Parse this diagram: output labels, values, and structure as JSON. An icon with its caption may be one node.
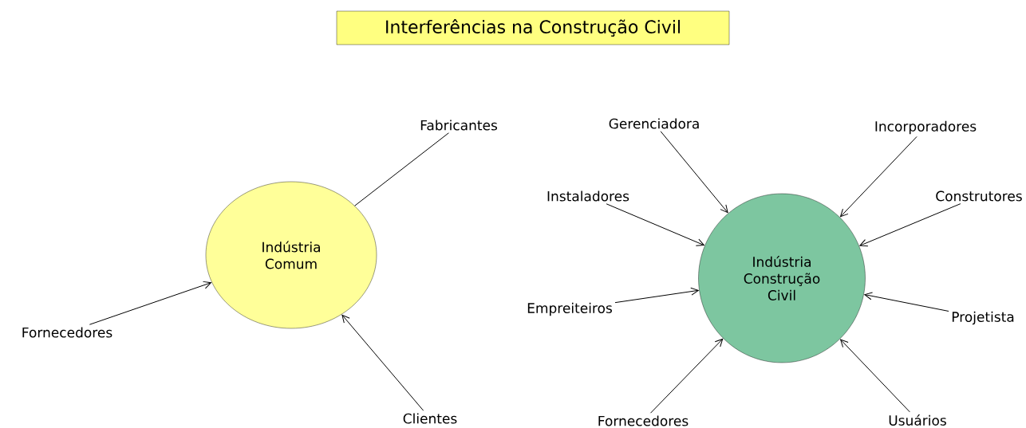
{
  "diagram": {
    "title": "Interferências na Construção Civil",
    "nodes": [
      {
        "text": [
          "Indústria Comum"
        ]
      },
      {
        "text": [
          "Fabricantes"
        ]
      },
      {
        "text": [
          "Fornecedores"
        ]
      },
      {
        "text": [
          "Clientes"
        ]
      },
      {
        "text": [
          "Indústria Construção Civil"
        ]
      },
      {
        "text": [
          "Gerenciadora"
        ]
      },
      {
        "text": [
          "Incorporadores"
        ]
      },
      {
        "text": [
          "Instaladores"
        ]
      },
      {
        "text": [
          "Construtores"
        ]
      },
      {
        "text": [
          "Empreiteiros"
        ]
      },
      {
        "text": [
          "Projetista"
        ]
      },
      {
        "text": [
          "Fornecedores"
        ]
      },
      {
        "text": [
          "Usuários"
        ]
      }
    ],
    "edges": [
      {
        "from": 1,
        "to": 0,
        "arrow": "none"
      },
      {
        "from": 2,
        "to": 0,
        "arrow": "to"
      },
      {
        "from": 3,
        "to": 0,
        "arrow": "to"
      },
      {
        "from": 5,
        "to": 4,
        "arrow": "to"
      },
      {
        "from": 6,
        "to": 4,
        "arrow": "to"
      },
      {
        "from": 7,
        "to": 4,
        "arrow": "to"
      },
      {
        "from": 8,
        "to": 4,
        "arrow": "to"
      },
      {
        "from": 9,
        "to": 4,
        "arrow": "to"
      },
      {
        "from": 10,
        "to": 4,
        "arrow": "to"
      },
      {
        "from": 11,
        "to": 4,
        "arrow": "to"
      },
      {
        "from": 12,
        "to": 4,
        "arrow": "to"
      }
    ]
  }
}
